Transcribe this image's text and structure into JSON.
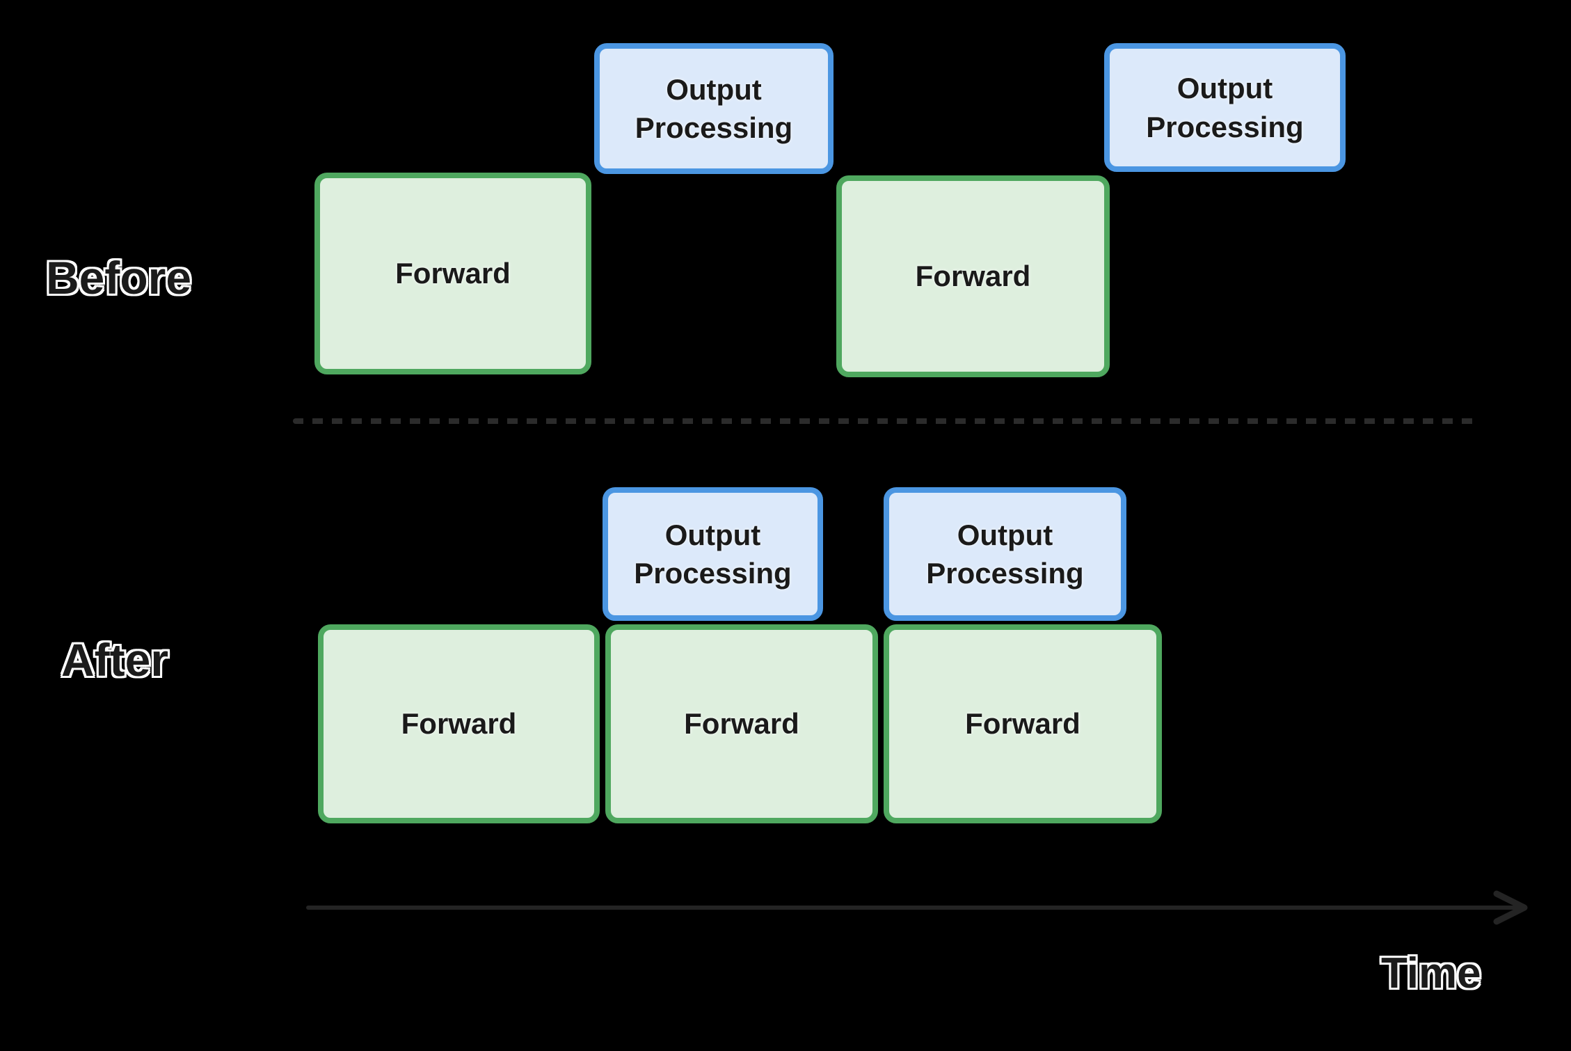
{
  "colors": {
    "background": "#000000",
    "forward_fill": "#deefde",
    "forward_border": "#4fa85f",
    "output_fill": "#dce9fa",
    "output_border": "#4b96e2",
    "block_text": "#1a1a1a",
    "label_text": "#1b1b1b",
    "label_outline": "#ffffff",
    "separator": "#2b2b2b",
    "arrow": "#242424"
  },
  "rows": [
    {
      "label": "Before",
      "blocks": [
        {
          "kind": "forward",
          "label": "Forward"
        },
        {
          "kind": "output-processing",
          "label": "Output Processing"
        },
        {
          "kind": "forward",
          "label": "Forward"
        },
        {
          "kind": "output-processing",
          "label": "Output Processing"
        }
      ]
    },
    {
      "label": "After",
      "blocks": [
        {
          "kind": "forward",
          "label": "Forward"
        },
        {
          "kind": "forward",
          "label": "Forward"
        },
        {
          "kind": "forward",
          "label": "Forward"
        },
        {
          "kind": "output-processing",
          "label": "Output Processing"
        },
        {
          "kind": "output-processing",
          "label": "Output Processing"
        }
      ]
    }
  ],
  "axis": {
    "label": "Time"
  }
}
